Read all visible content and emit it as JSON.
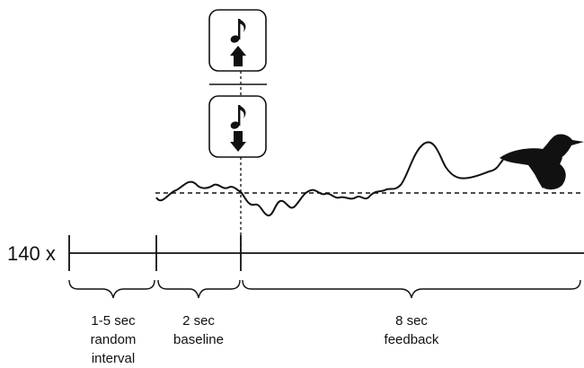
{
  "repeat_label": "140 x",
  "segments": [
    {
      "lines": [
        "1-5 sec",
        "random",
        "interval"
      ]
    },
    {
      "lines": [
        "2 sec",
        "baseline"
      ]
    },
    {
      "lines": [
        "8 sec",
        "feedback"
      ]
    }
  ],
  "icons": {
    "upper": {
      "symbol": "music-note-icon",
      "arrow": "up-arrow-icon"
    },
    "lower": {
      "symbol": "music-note-icon",
      "arrow": "down-arrow-icon"
    },
    "bird": "duck-icon"
  },
  "colors": {
    "ink": "#111111",
    "background": "#ffffff"
  }
}
